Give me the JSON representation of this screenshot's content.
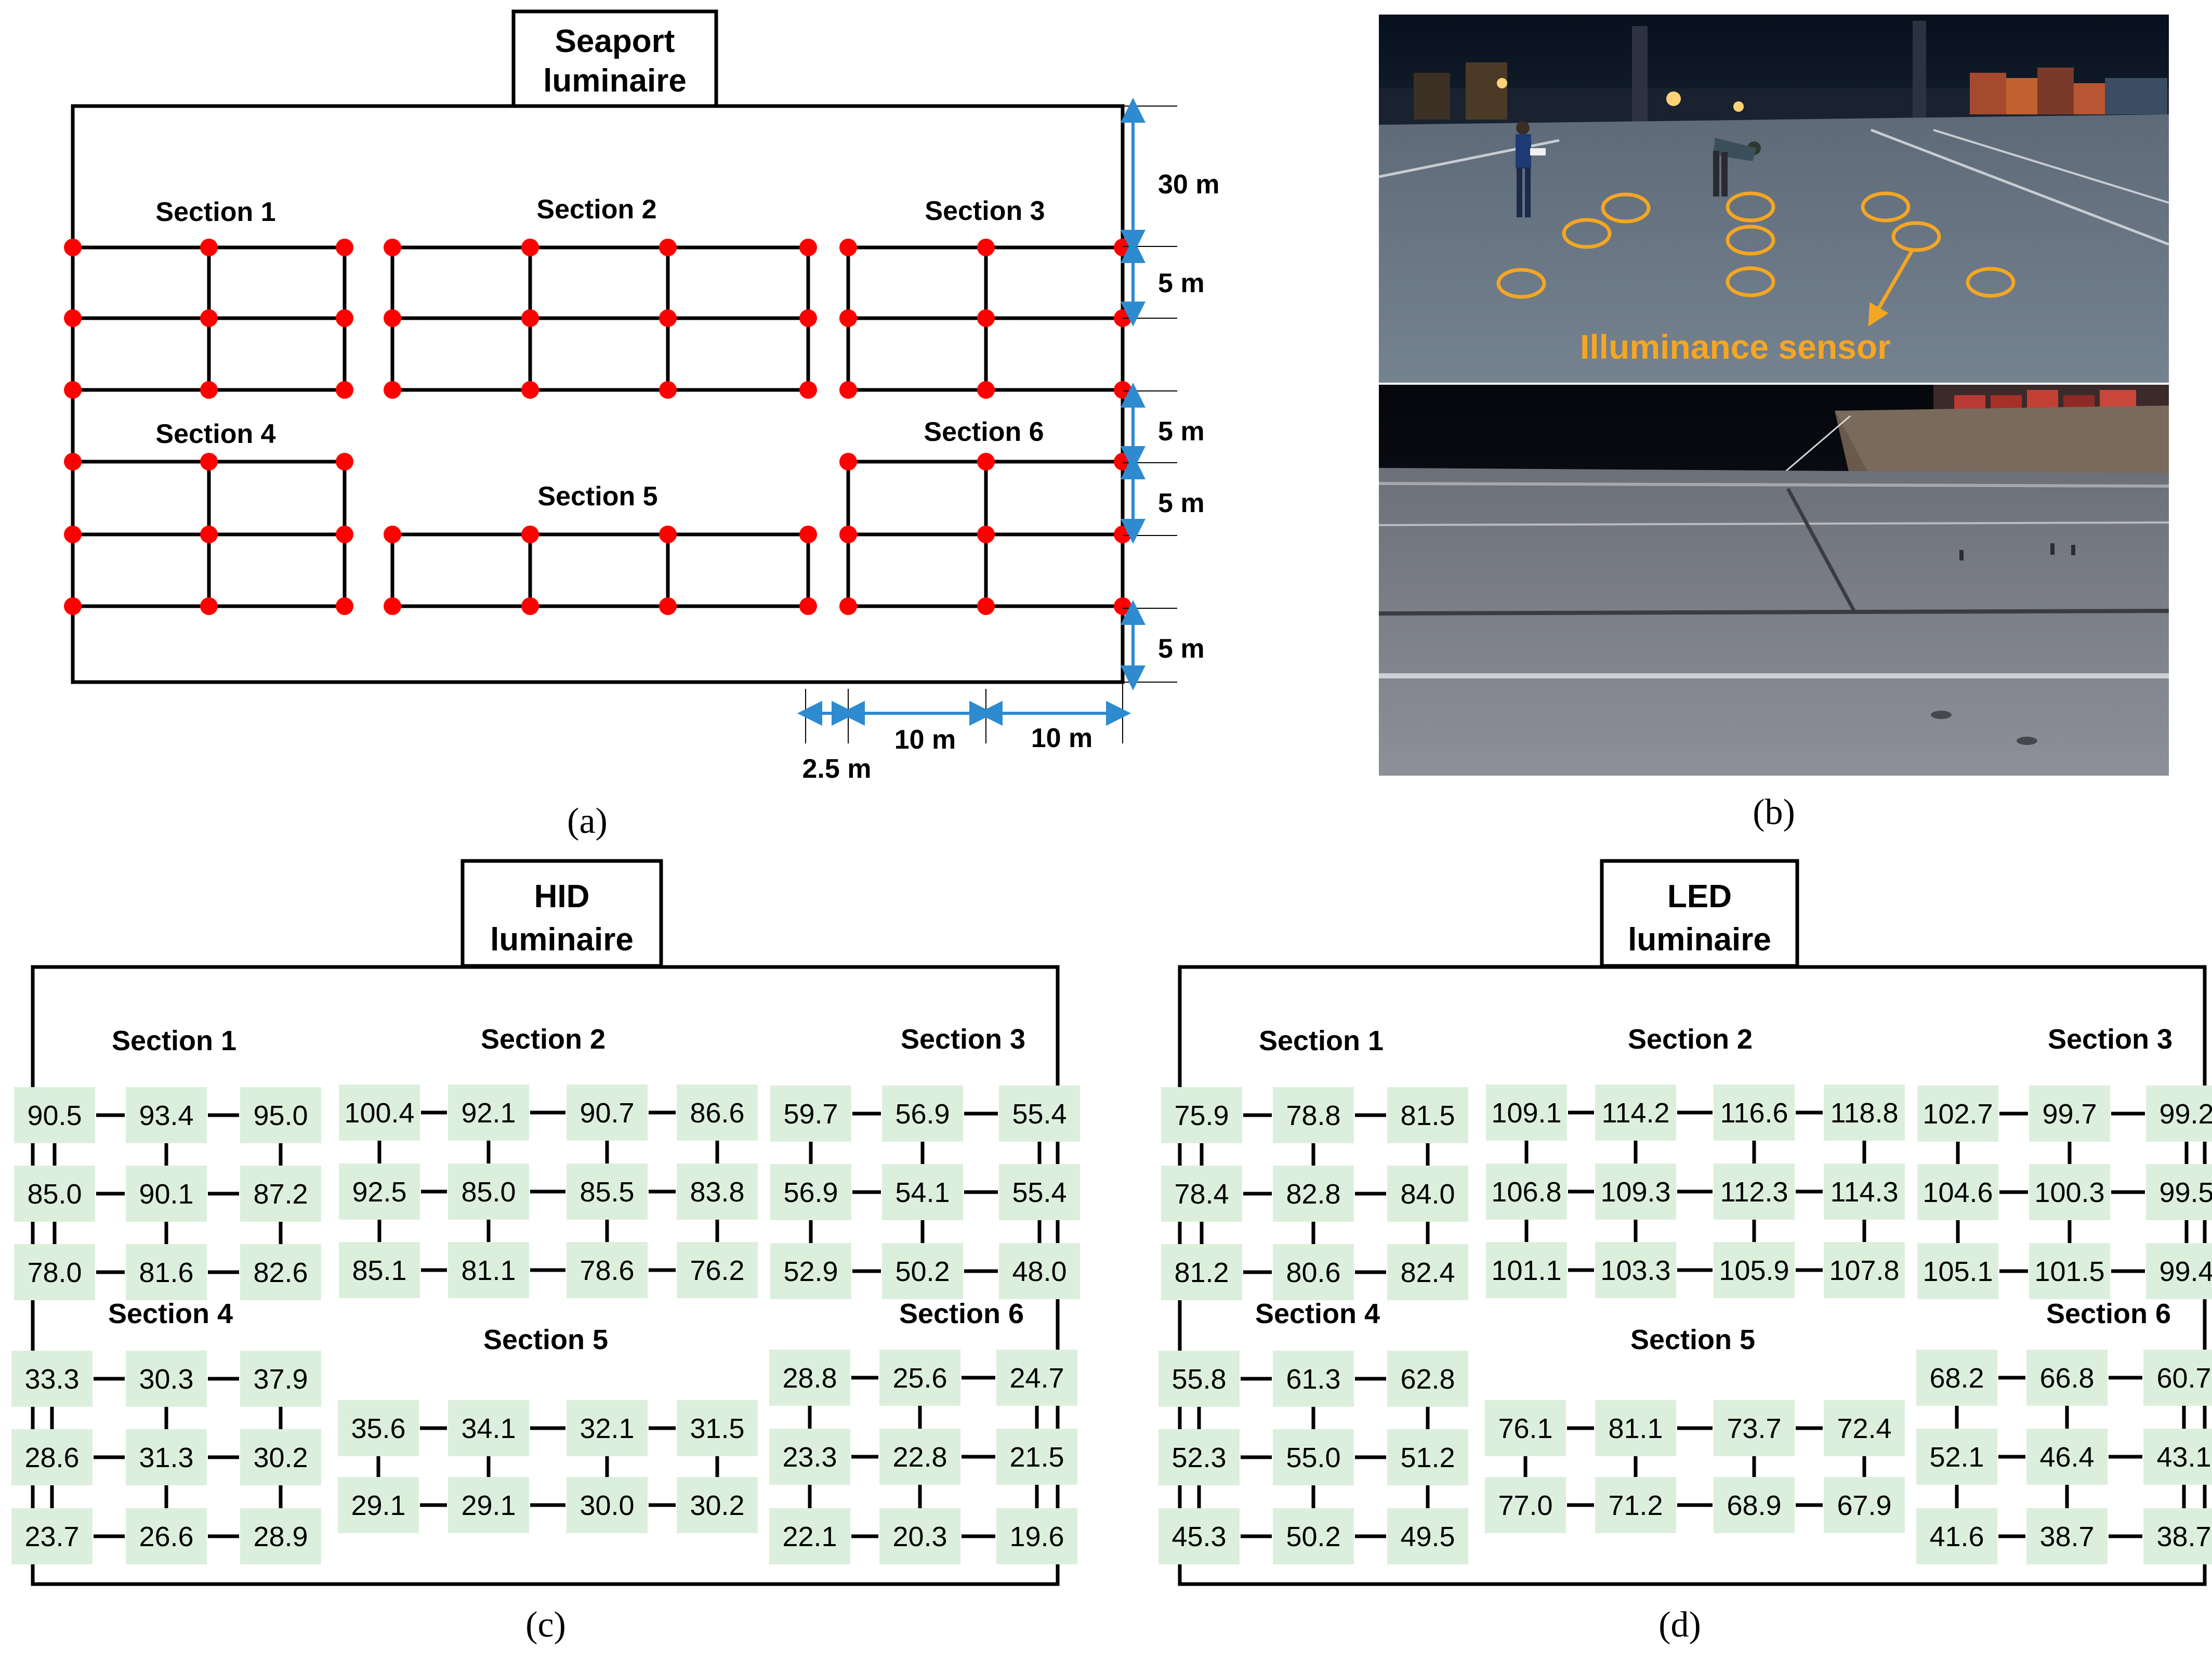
{
  "panel_a": {
    "title": [
      "Seaport",
      "luminaire"
    ],
    "sections": [
      "Section 1",
      "Section 2",
      "Section 3",
      "Section 4",
      "Section 5",
      "Section 6"
    ],
    "dims_right": [
      "30 m",
      "5 m",
      "5 m",
      "5 m",
      "5 m"
    ],
    "dims_bottom": [
      "10 m",
      "10 m"
    ],
    "dim_gap": "2.5 m",
    "caption": "(a)"
  },
  "panel_b": {
    "sensor_label": "Illuminance sensor",
    "caption": "(b)"
  },
  "panel_c": {
    "title": [
      "HID",
      "luminaire"
    ],
    "caption": "(c)",
    "sections": [
      {
        "label": "Section 1",
        "rows": [
          [
            "90.5",
            "93.4",
            "95.0"
          ],
          [
            "85.0",
            "90.1",
            "87.2"
          ],
          [
            "78.0",
            "81.6",
            "82.6"
          ]
        ]
      },
      {
        "label": "Section 2",
        "rows": [
          [
            "100.4",
            "92.1",
            "90.7",
            "86.6"
          ],
          [
            "92.5",
            "85.0",
            "85.5",
            "83.8"
          ],
          [
            "85.1",
            "81.1",
            "78.6",
            "76.2"
          ]
        ]
      },
      {
        "label": "Section 3",
        "rows": [
          [
            "59.7",
            "56.9",
            "55.4"
          ],
          [
            "56.9",
            "54.1",
            "55.4"
          ],
          [
            "52.9",
            "50.2",
            "48.0"
          ]
        ]
      },
      {
        "label": "Section 4",
        "rows": [
          [
            "33.3",
            "30.3",
            "37.9"
          ],
          [
            "28.6",
            "31.3",
            "30.2"
          ],
          [
            "23.7",
            "26.6",
            "28.9"
          ]
        ]
      },
      {
        "label": "Section 5",
        "rows": [
          [
            "35.6",
            "34.1",
            "32.1",
            "31.5"
          ],
          [
            "29.1",
            "29.1",
            "30.0",
            "30.2"
          ]
        ]
      },
      {
        "label": "Section 6",
        "rows": [
          [
            "28.8",
            "25.6",
            "24.7"
          ],
          [
            "23.3",
            "22.8",
            "21.5"
          ],
          [
            "22.1",
            "20.3",
            "19.6"
          ]
        ]
      }
    ]
  },
  "panel_d": {
    "title": [
      "LED",
      "luminaire"
    ],
    "caption": "(d)",
    "sections": [
      {
        "label": "Section 1",
        "rows": [
          [
            "75.9",
            "78.8",
            "81.5"
          ],
          [
            "78.4",
            "82.8",
            "84.0"
          ],
          [
            "81.2",
            "80.6",
            "82.4"
          ]
        ]
      },
      {
        "label": "Section 2",
        "rows": [
          [
            "109.1",
            "114.2",
            "116.6",
            "118.8"
          ],
          [
            "106.8",
            "109.3",
            "112.3",
            "114.3"
          ],
          [
            "101.1",
            "103.3",
            "105.9",
            "107.8"
          ]
        ]
      },
      {
        "label": "Section 3",
        "rows": [
          [
            "102.7",
            "99.7",
            "99.2"
          ],
          [
            "104.6",
            "100.3",
            "99.5"
          ],
          [
            "105.1",
            "101.5",
            "99.4"
          ]
        ]
      },
      {
        "label": "Section 4",
        "rows": [
          [
            "55.8",
            "61.3",
            "62.8"
          ],
          [
            "52.3",
            "55.0",
            "51.2"
          ],
          [
            "45.3",
            "50.2",
            "49.5"
          ]
        ]
      },
      {
        "label": "Section 5",
        "rows": [
          [
            "76.1",
            "81.1",
            "73.7",
            "72.4"
          ],
          [
            "77.0",
            "71.2",
            "68.9",
            "67.9"
          ]
        ]
      },
      {
        "label": "Section 6",
        "rows": [
          [
            "68.2",
            "66.8",
            "60.7"
          ],
          [
            "52.1",
            "46.4",
            "43.1"
          ],
          [
            "41.6",
            "38.7",
            "38.7"
          ]
        ]
      }
    ]
  },
  "colors": {
    "grid_line": "#000000",
    "node": "#ff0000",
    "dimension": "#2e8bd0",
    "value_box": "#dcefdc",
    "sensor_accent": "#f5a623"
  }
}
